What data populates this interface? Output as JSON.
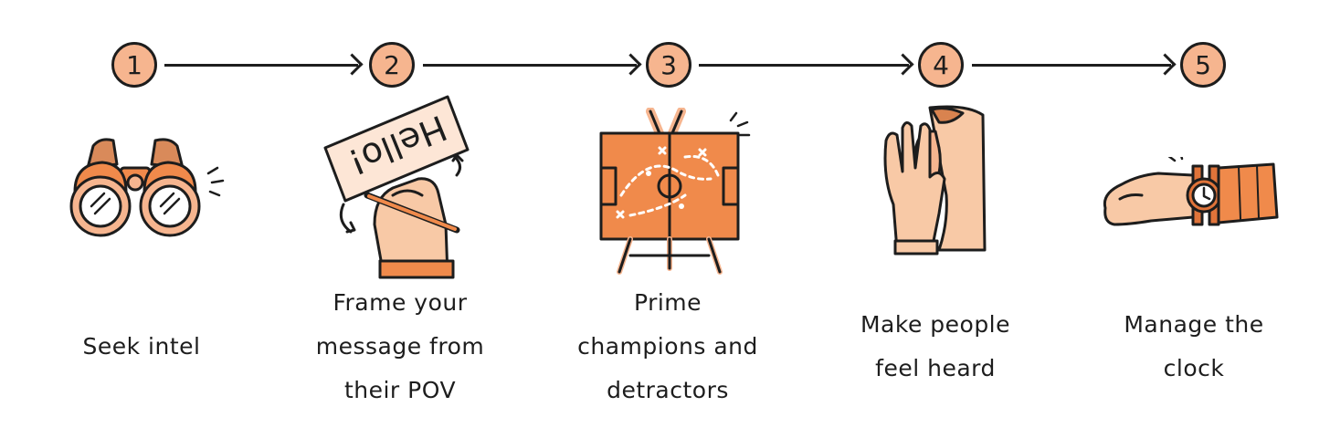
{
  "steps": [
    {
      "number": "1",
      "label_lines": [
        "Seek intel"
      ],
      "icon": "binoculars-icon"
    },
    {
      "number": "2",
      "label_lines": [
        "Frame your",
        "message from",
        "their POV"
      ],
      "icon": "hand-writing-hello-sign-icon",
      "sign_text": "Hello!"
    },
    {
      "number": "3",
      "label_lines": [
        "Prime",
        "champions and",
        "detractors"
      ],
      "icon": "tactics-board-easel-icon"
    },
    {
      "number": "4",
      "label_lines": [
        "Make people",
        "feel heard"
      ],
      "icon": "hand-to-ear-icon"
    },
    {
      "number": "5",
      "label_lines": [
        "Manage the",
        "clock"
      ],
      "icon": "wrist-watch-icon"
    }
  ],
  "colors": {
    "accent": "#f6b58f",
    "orange": "#f08a4b",
    "ink": "#1d1d1d",
    "skin": "#f8c9a6"
  }
}
